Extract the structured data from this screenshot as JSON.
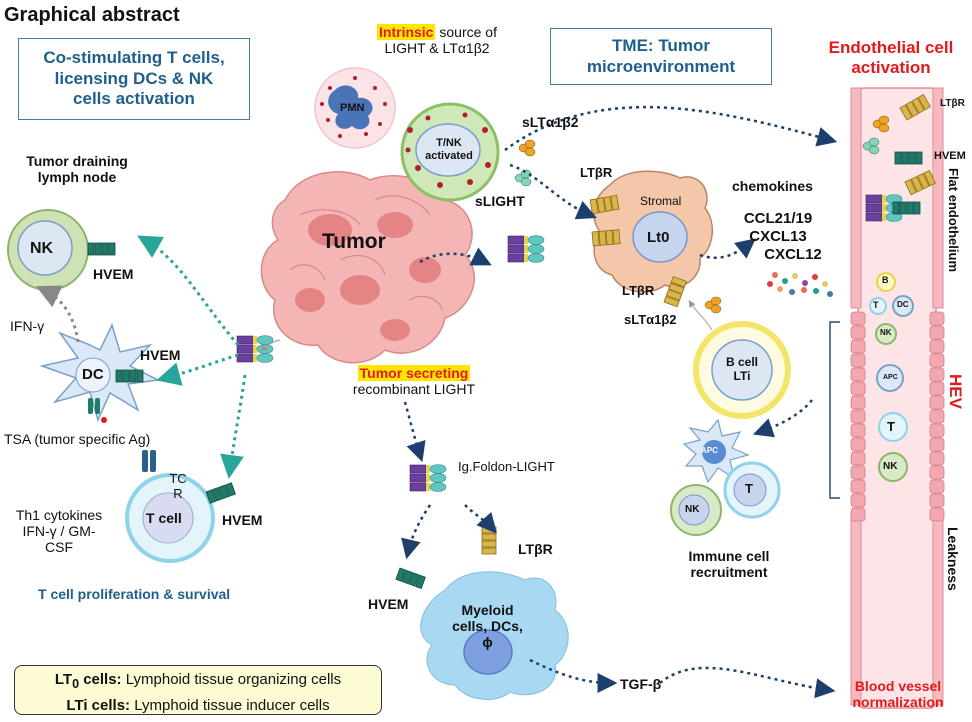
{
  "title": "Graphical abstract",
  "costim_box": [
    "Co-stimulating T cells,",
    "licensing DCs & NK",
    "cells activation"
  ],
  "tme_box": [
    "TME: Tumor",
    "microenvironment"
  ],
  "intrinsic": {
    "highlight": "Intrinsic",
    "rest": " source of",
    "line2": "LIGHT & LTα1β2"
  },
  "tumor_secreting": {
    "highlight": "Tumor secreting",
    "line2": "recombinant LIGHT"
  },
  "endothelial": [
    "Endothelial cell",
    "activation"
  ],
  "lymph_node": [
    "Tumor draining",
    "lymph node"
  ],
  "cells": {
    "nk": "NK",
    "dc": "DC",
    "tcell": "T cell",
    "pmn": "PMN",
    "tnk": [
      "T/NK",
      "activated"
    ],
    "tumor": "Tumor",
    "stromal": "Stromal",
    "lt0": "Lt0",
    "bcell": [
      "B cell",
      "LTi"
    ],
    "apc": "APC",
    "t": "T",
    "nk_small": "NK",
    "myeloid": [
      "Myeloid",
      "cells, DCs,",
      "ϕ"
    ],
    "vessel_b": "B",
    "vessel_t": "T",
    "vessel_dc": "DC",
    "vessel_nk": "NK",
    "vessel_apc": "APC",
    "vessel_t2": "T",
    "vessel_nk2": "NK"
  },
  "labels": {
    "hvem_nk": "HVEM",
    "hvem_dc": "HVEM",
    "hvem_t": "HVEM",
    "hvem_myeloid": "HVEM",
    "ifng": "IFN-γ",
    "tsa": "TSA (tumor specific Ag)",
    "tcr": [
      "TC",
      "R"
    ],
    "th1": [
      "Th1 cytokines",
      "IFN-γ / GM-",
      "CSF"
    ],
    "tprolif": "T cell proliferation & survival",
    "slt": "sLTα1β2",
    "slight": "sLIGHT",
    "ltbr1": "LTβR",
    "ltbr2": "LTβR",
    "slt2": "sLTα1β2",
    "chemokines": "chemokines",
    "ccl": [
      "CCL21/19",
      "CXCL13",
      "CXCL12"
    ],
    "ig_foldon": "Ig.Foldon-LIGHT",
    "ltbr_myeloid": "LTβR",
    "tgfb": "TGF-β",
    "immune_recruit": [
      "Immune cell",
      "recruitment"
    ],
    "blood_vessel": [
      "Blood vessel",
      "normalization"
    ],
    "vessel_ltbr": "LTβR",
    "vessel_hvem": "HVEM",
    "flat_endo": "Flat endothelium",
    "hev": "HEV",
    "leakness": "Leakness"
  },
  "legend": [
    {
      "bold": "LT",
      "sub": "0",
      "bold2": " cells:",
      "rest": " Lymphoid tissue organizing cells"
    },
    {
      "bold": "LTi cells:",
      "sub": "",
      "bold2": "",
      "rest": " Lymphoid tissue inducer cells"
    }
  ],
  "colors": {
    "accent_red": "#e31a1c",
    "box_blue": "#1f5f8b",
    "highlight": "#ffe600",
    "arrow_teal": "#2aa59a",
    "arrow_navy": "#1d3f6e"
  }
}
